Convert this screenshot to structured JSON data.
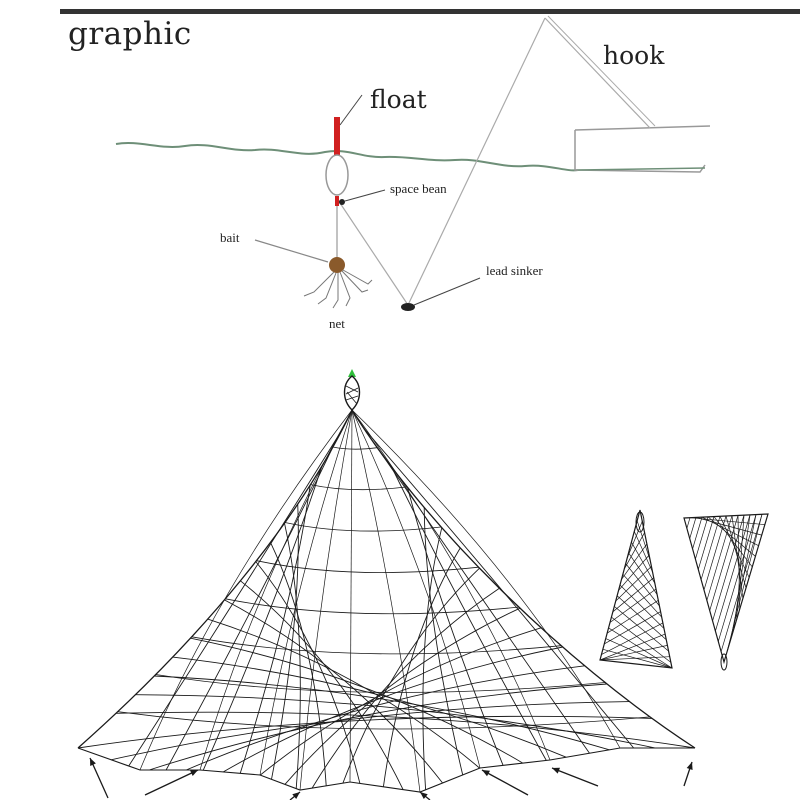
{
  "labels": {
    "title": "graphic",
    "hook": "hook",
    "float": "float",
    "space_bean": "space bean",
    "bait": "bait",
    "lead_sinker": "lead sinker",
    "net": "net"
  },
  "colors": {
    "background": "#ffffff",
    "top_border": "#333333",
    "water_line": "#6e8f78",
    "float_red": "#d12020",
    "bait_brown": "#8a5a2b",
    "marker_green": "#2fbf3a",
    "line_gray": "#8c8c8c",
    "net_black": "#1a1a1a"
  }
}
